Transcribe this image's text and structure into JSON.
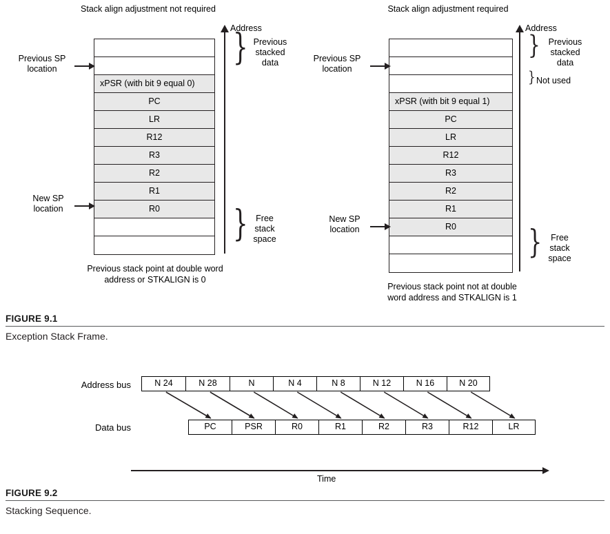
{
  "figure_9_1": {
    "left_diagram": {
      "title": "Stack align adjustment not required",
      "axis_label": "Address",
      "pointer_top": "Previous SP\nlocation",
      "pointer_top_line1": "Previous SP",
      "pointer_top_line2": "location",
      "pointer_bottom_line1": "New SP",
      "pointer_bottom_line2": "location",
      "brace_top_note_line1": "Previous",
      "brace_top_note_line2": "stacked",
      "brace_top_note_line3": "data",
      "brace_bottom_note_line1": "Free",
      "brace_bottom_note_line2": "stack",
      "brace_bottom_note_line3": "space",
      "caption_line1": "Previous stack point at double word",
      "caption_line2": "address or STKALIGN is 0",
      "rows": [
        {
          "label": "",
          "shaded": false,
          "align": "center"
        },
        {
          "label": "",
          "shaded": false,
          "align": "center"
        },
        {
          "label": "xPSR (with bit 9 equal 0)",
          "shaded": true,
          "align": "left"
        },
        {
          "label": "PC",
          "shaded": true,
          "align": "center"
        },
        {
          "label": "LR",
          "shaded": true,
          "align": "center"
        },
        {
          "label": "R12",
          "shaded": true,
          "align": "center"
        },
        {
          "label": "R3",
          "shaded": true,
          "align": "center"
        },
        {
          "label": "R2",
          "shaded": true,
          "align": "center"
        },
        {
          "label": "R1",
          "shaded": true,
          "align": "center"
        },
        {
          "label": "R0",
          "shaded": true,
          "align": "center"
        },
        {
          "label": "",
          "shaded": false,
          "align": "center"
        },
        {
          "label": "",
          "shaded": false,
          "align": "center"
        }
      ]
    },
    "right_diagram": {
      "title": "Stack align adjustment required",
      "axis_label": "Address",
      "pointer_top_line1": "Previous SP",
      "pointer_top_line2": "location",
      "pointer_bottom_line1": "New SP",
      "pointer_bottom_line2": "location",
      "brace_top_note_line1": "Previous",
      "brace_top_note_line2": "stacked",
      "brace_top_note_line3": "data",
      "brace_notused_note": "Not used",
      "brace_bottom_note_line1": "Free",
      "brace_bottom_note_line2": "stack",
      "brace_bottom_note_line3": "space",
      "caption_line1": "Previous stack point not at double",
      "caption_line2": "word address and STKALIGN is 1",
      "rows": [
        {
          "label": "",
          "shaded": false,
          "align": "center"
        },
        {
          "label": "",
          "shaded": false,
          "align": "center"
        },
        {
          "label": "",
          "shaded": false,
          "align": "center"
        },
        {
          "label": "xPSR (with bit 9 equal 1)",
          "shaded": true,
          "align": "left"
        },
        {
          "label": "PC",
          "shaded": true,
          "align": "center"
        },
        {
          "label": "LR",
          "shaded": true,
          "align": "center"
        },
        {
          "label": "R12",
          "shaded": true,
          "align": "center"
        },
        {
          "label": "R3",
          "shaded": true,
          "align": "center"
        },
        {
          "label": "R2",
          "shaded": true,
          "align": "center"
        },
        {
          "label": "R1",
          "shaded": true,
          "align": "center"
        },
        {
          "label": "R0",
          "shaded": true,
          "align": "center"
        },
        {
          "label": "",
          "shaded": false,
          "align": "center"
        },
        {
          "label": "",
          "shaded": false,
          "align": "center"
        }
      ]
    },
    "caption_title": "FIGURE 9.1",
    "caption_text": "Exception Stack Frame."
  },
  "figure_9_2": {
    "caption_title": "FIGURE 9.2",
    "caption_text": "Stacking Sequence.",
    "address_bus_label": "Address bus",
    "data_bus_label": "Data bus",
    "time_label": "Time",
    "address_bus_cells": [
      "N  24",
      "N  28",
      "N",
      "N  4",
      "N  8",
      "N  12",
      "N  16",
      "N  20"
    ],
    "data_bus_cells": [
      "PC",
      "PSR",
      "R0",
      "R1",
      "R2",
      "R3",
      "R12",
      "LR"
    ]
  }
}
